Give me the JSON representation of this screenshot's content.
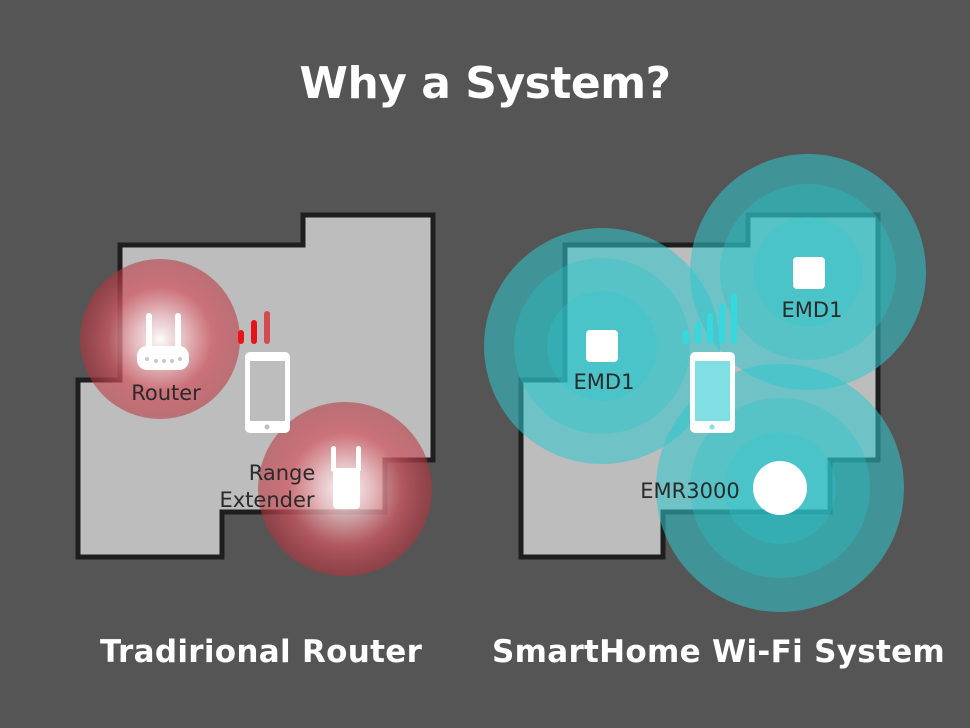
{
  "title": "Why a System?",
  "left_panel": {
    "caption": "Tradirional Router",
    "router_label": "Router",
    "extender_label_line1": "Range",
    "extender_label_line2": "Extender",
    "signal_color": "#e8121a",
    "zone_color": "#c8323c"
  },
  "right_panel": {
    "caption": "SmartHome Wi-Fi System",
    "node1_label": "EMD1",
    "node2_label": "EMD1",
    "node3_label": "EMR3000",
    "signal_color": "#35d9dd",
    "zone_color": "#2fc6cc"
  },
  "colors": {
    "background": "#555555",
    "floor": "#bdbdbd",
    "wall": "#1e1e1e",
    "device": "#ffffff"
  }
}
